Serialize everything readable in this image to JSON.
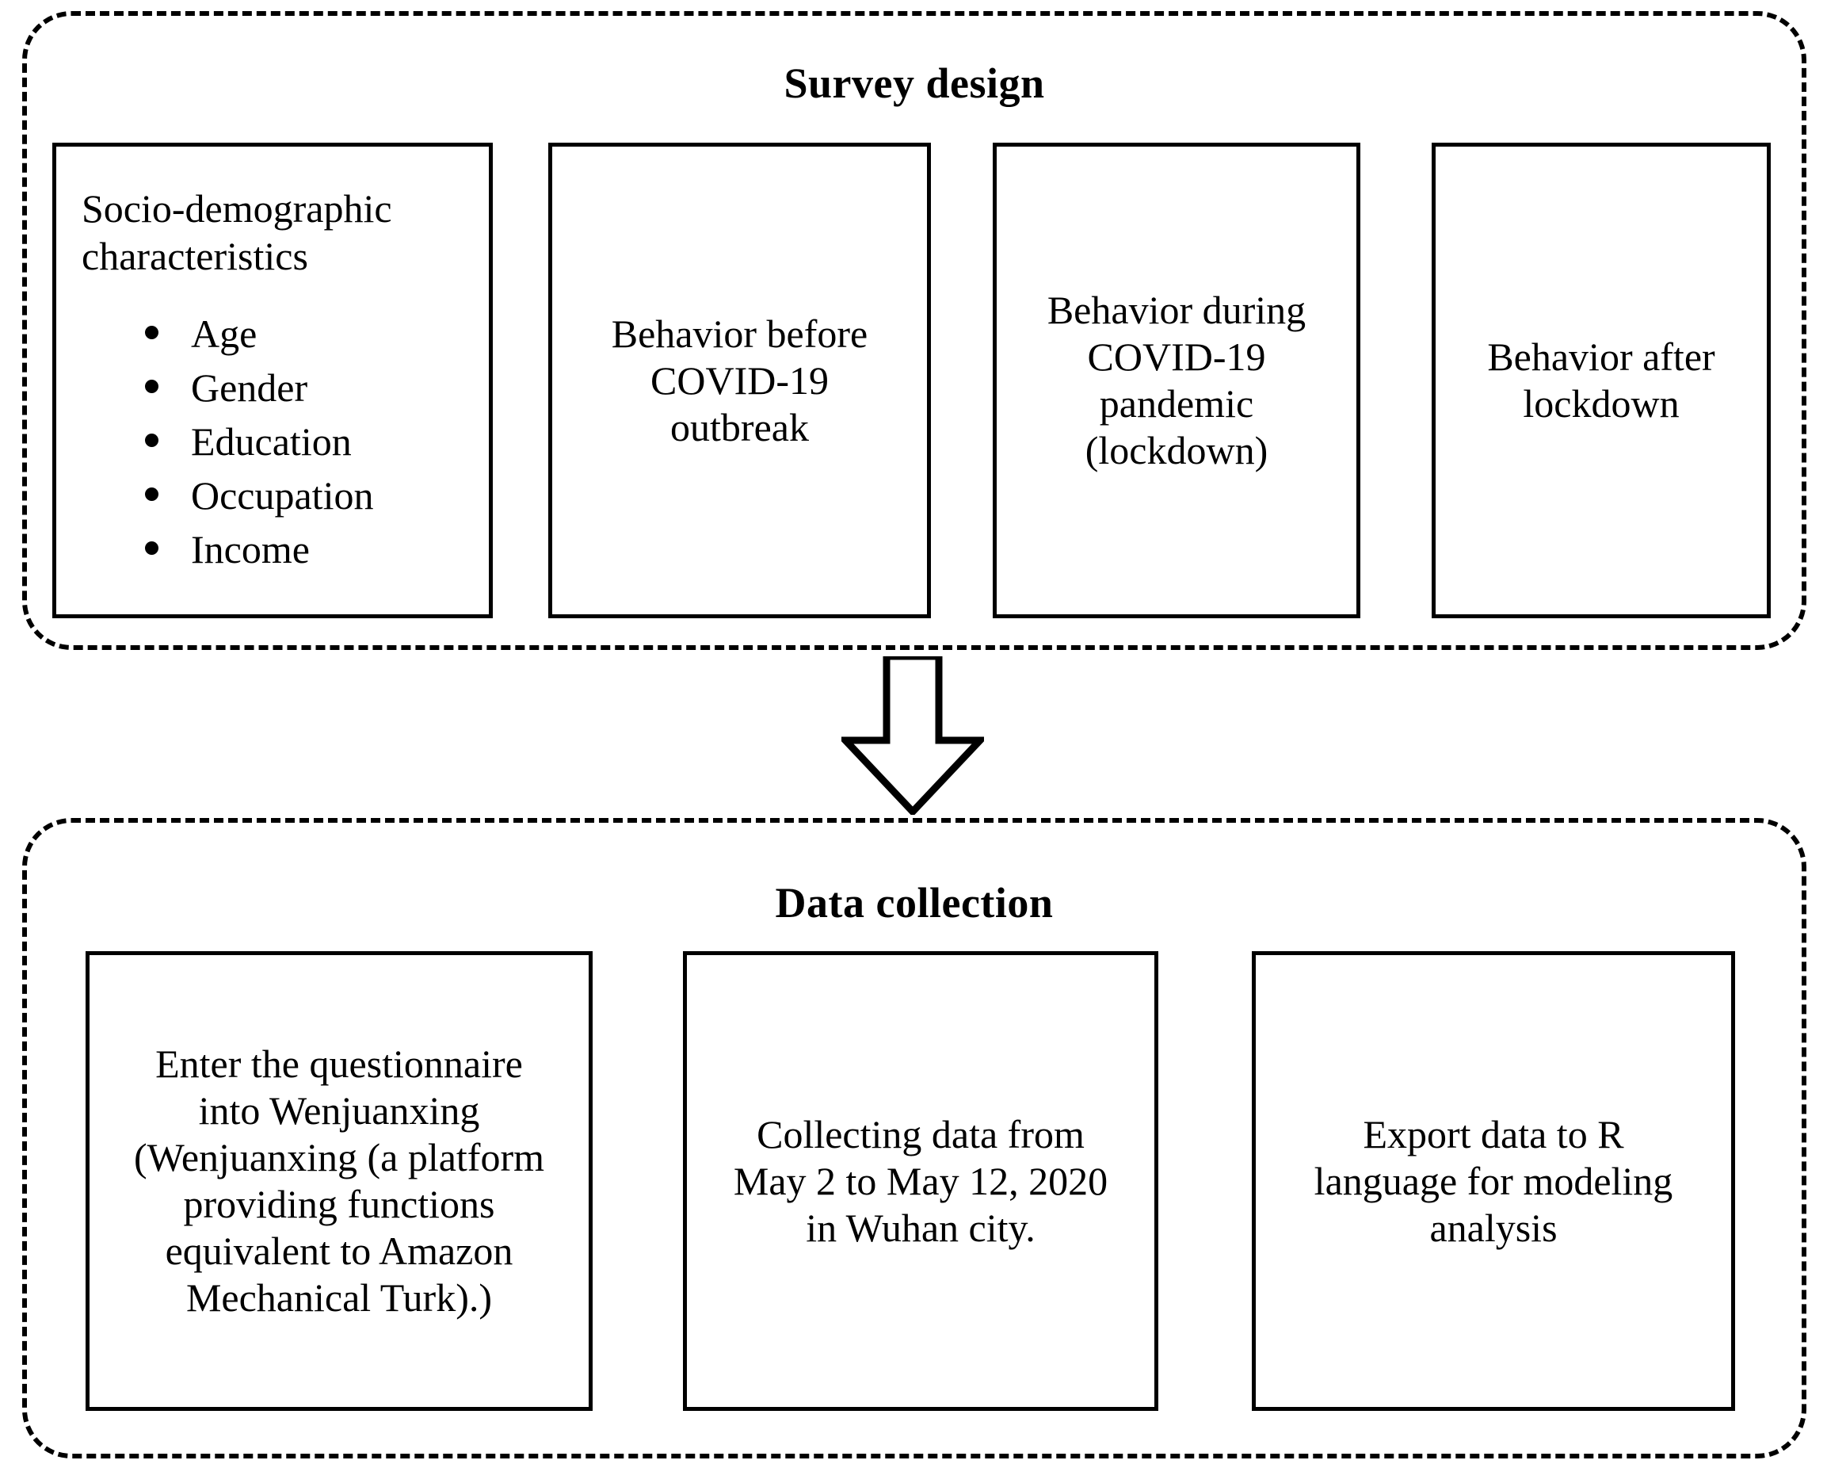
{
  "diagram": {
    "groups": [
      {
        "id": "survey-design",
        "title": "Survey design",
        "boxes": [
          {
            "id": "socio-demographic",
            "heading": "Socio-demographic\ncharacteristics",
            "bullets": [
              "Age",
              "Gender",
              "Education",
              "Occupation",
              "Income"
            ]
          },
          {
            "id": "behavior-before",
            "text": "Behavior before\nCOVID-19\noutbreak"
          },
          {
            "id": "behavior-during",
            "text": "Behavior during\nCOVID-19\npandemic\n(lockdown)"
          },
          {
            "id": "behavior-after",
            "text": "Behavior after\nlockdown"
          }
        ]
      },
      {
        "id": "data-collection",
        "title": "Data collection",
        "boxes": [
          {
            "id": "enter-questionnaire",
            "text": "Enter the questionnaire\ninto Wenjuanxing\n(Wenjuanxing (a platform\nproviding functions\nequivalent to Amazon\nMechanical Turk).)"
          },
          {
            "id": "collecting-data",
            "text": "Collecting data from\nMay 2 to May 12, 2020\nin Wuhan city."
          },
          {
            "id": "export-data",
            "text": "Export data to R\nlanguage for modeling\nanalysis"
          }
        ]
      }
    ],
    "connector": {
      "id": "down-arrow",
      "icon": "down-arrow-icon",
      "direction": "down"
    },
    "colors": {
      "stroke": "#000000",
      "background": "#ffffff",
      "text": "#000000"
    }
  }
}
